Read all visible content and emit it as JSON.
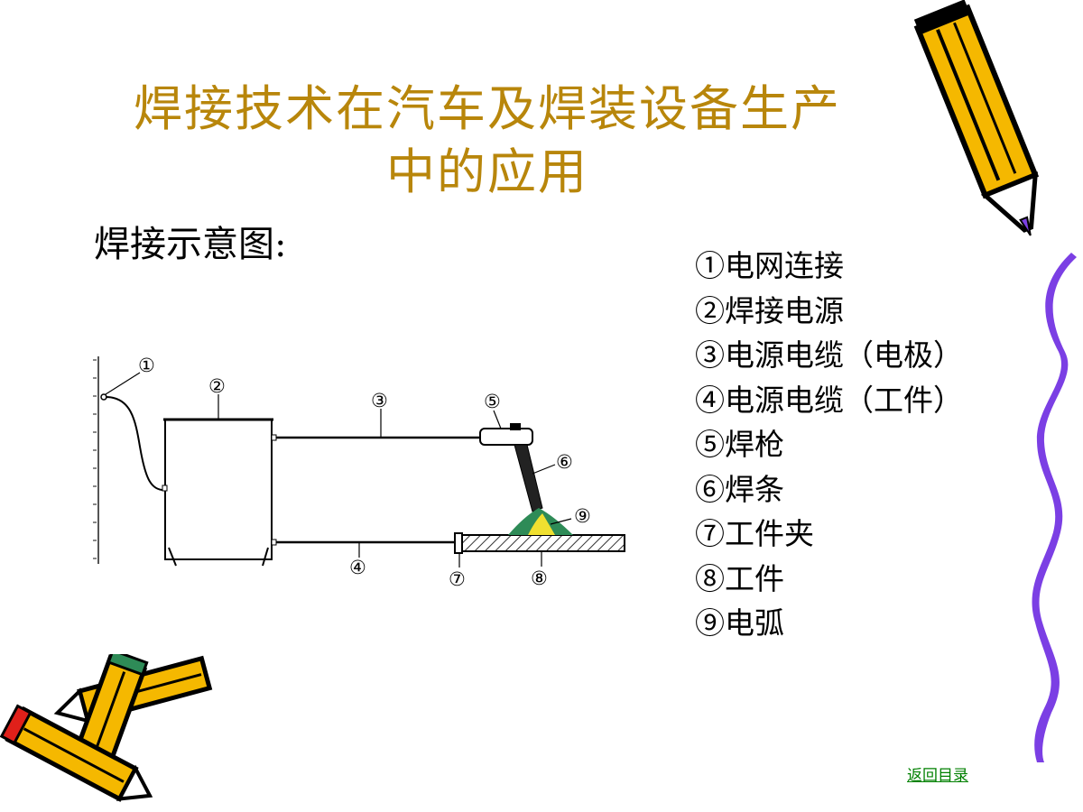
{
  "slide": {
    "title_line1": "焊接技术在汽车及焊装设备生产",
    "title_line2": "中的应用",
    "subtitle": "焊接示意图:",
    "legend": [
      "①电网连接",
      "②焊接电源",
      "③电源电缆（电极）",
      "④电源电缆（工件）",
      "⑤焊枪",
      "⑥焊条",
      "⑦工件夹",
      "⑧工件",
      "⑨电弧"
    ],
    "toc_link": "返回目录"
  },
  "diagram": {
    "markers": [
      "①",
      "②",
      "③",
      "④",
      "⑤",
      "⑥",
      "⑦",
      "⑧",
      "⑨"
    ]
  },
  "colors": {
    "title": "#b8860b",
    "link": "#008000",
    "pencil_yellow": "#f5b800",
    "pencil_purple": "#7b3fe4",
    "ribbon_purple": "#7b3fe4",
    "arc_green": "#2e8b57",
    "arc_yellow": "#f0e030"
  },
  "icons": [
    "pencil-icon",
    "crossed-pencils-icon",
    "purple-ribbon-icon"
  ]
}
